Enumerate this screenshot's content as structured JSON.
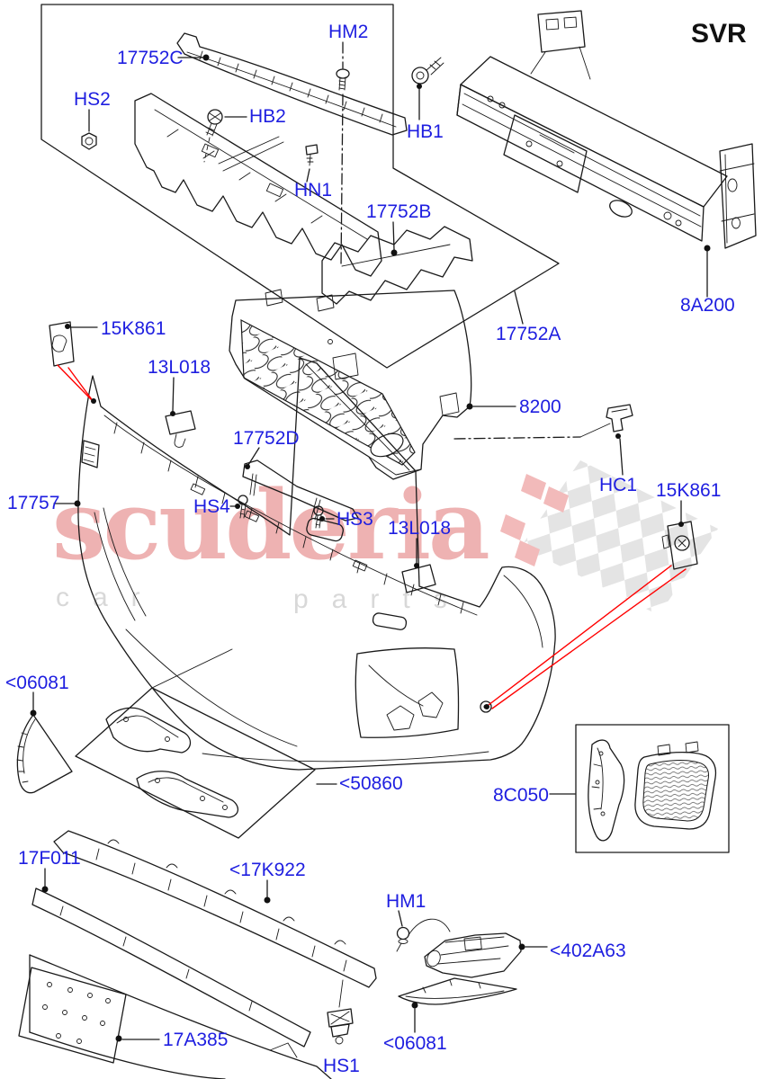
{
  "corner_code": "SVR",
  "watermark": {
    "brand": "scuderia",
    "word1": "car",
    "word2": "parts"
  },
  "palette": {
    "label_blue": "#1e1ee0",
    "line_black": "#1a1a1a",
    "leader_red": "#ff0000",
    "watermark_pink": "#eeb2b2",
    "watermark_gray": "#d8d8d8",
    "checker_gray": "#e4e4e4",
    "checker_pink": "#f2baba",
    "background": "#ffffff"
  },
  "labels": [
    {
      "text": "17752C"
    },
    {
      "text": "HM2"
    },
    {
      "text": "HS2"
    },
    {
      "text": "HB2"
    },
    {
      "text": "HN1"
    },
    {
      "text": "17752B"
    },
    {
      "text": "HB1"
    },
    {
      "text": "8A200"
    },
    {
      "text": "17752A"
    },
    {
      "text": "15K861"
    },
    {
      "text": "13L018"
    },
    {
      "text": "17757"
    },
    {
      "text": "17752D"
    },
    {
      "text": "HS4"
    },
    {
      "text": "HS3"
    },
    {
      "text": "13L018"
    },
    {
      "text": "8200"
    },
    {
      "text": "HC1"
    },
    {
      "text": "15K861"
    },
    {
      "text": "<06081"
    },
    {
      "text": "<50860"
    },
    {
      "text": "8C050"
    },
    {
      "text": "17F011"
    },
    {
      "text": "<17K922"
    },
    {
      "text": "17A385"
    },
    {
      "text": "HM1"
    },
    {
      "text": "<402A63"
    },
    {
      "text": "<06081"
    },
    {
      "text": "HS1"
    }
  ]
}
